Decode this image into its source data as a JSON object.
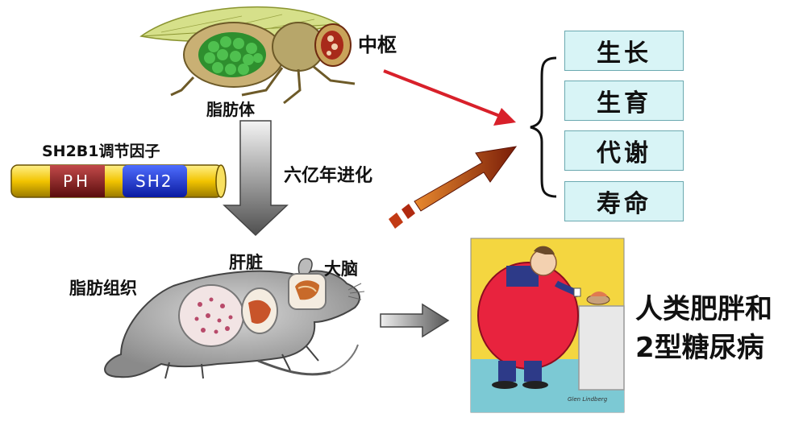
{
  "fly": {
    "center_label": "中枢",
    "fat_label": "脂肪体"
  },
  "sh2b1": {
    "label": "SH2B1调节因子",
    "domain_ph": "PH",
    "domain_sh2": "SH2"
  },
  "evolution_label": "六亿年进化",
  "mouse": {
    "fat_label": "脂肪组织",
    "liver_label": "肝脏",
    "brain_label": "大脑"
  },
  "outcomes": [
    "生长",
    "生育",
    "代谢",
    "寿命"
  ],
  "disease_label_line1": "人类肥胖和",
  "disease_label_line2": "2型糖尿病",
  "cartoon_signature": "Glen Lindberg"
}
